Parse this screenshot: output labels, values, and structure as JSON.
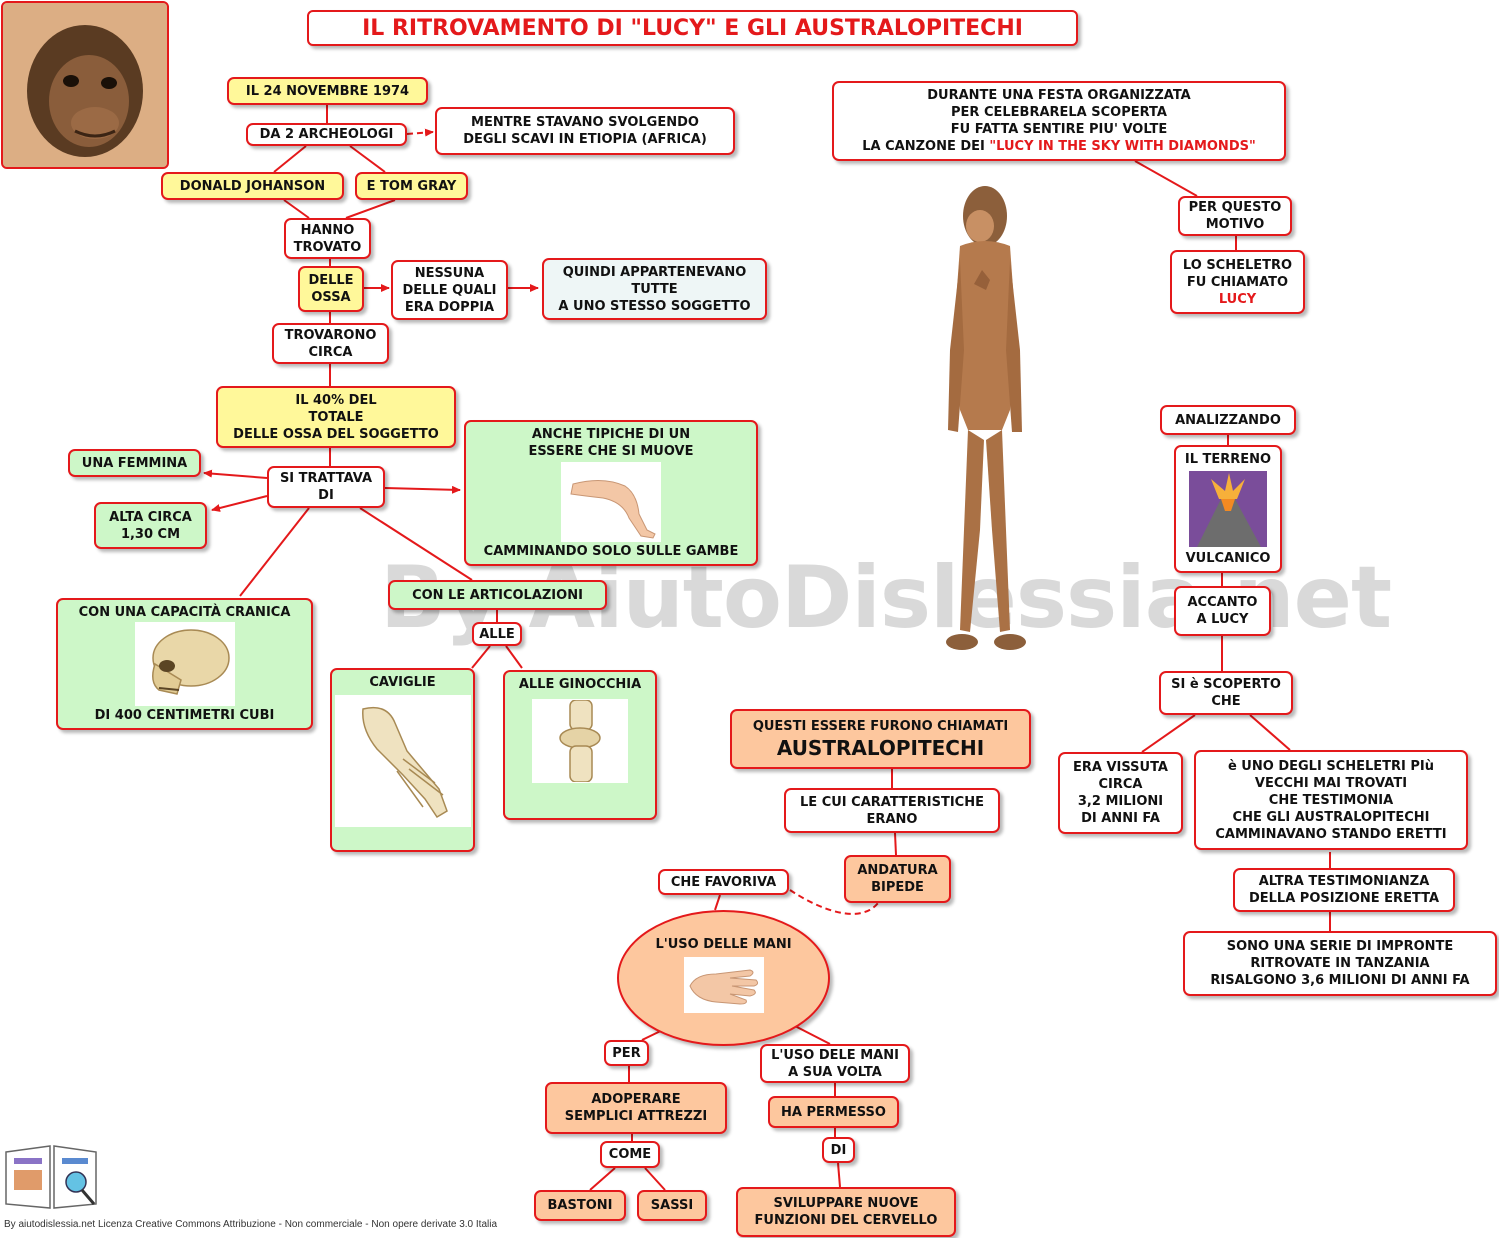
{
  "title": "IL RITROVAMENTO DI \"LUCY\" E GLI AUSTRALOPITECHI",
  "watermark": "By AiutoDislessia.net",
  "footer": "By aiutodislessia.net Licenza Creative Commons Attribuzione - Non commerciale - Non opere derivate 3.0 Italia",
  "colors": {
    "border": "#e4191b",
    "yellow": "#fff89a",
    "green": "#cdf7c8",
    "orange": "#fdc79e"
  },
  "left": {
    "date": "IL 24 NOVEMBRE 1974",
    "archeologists": "DA 2 ARCHEOLOGI",
    "excavation": "MENTRE STAVANO SVOLGENDO\nDEGLI SCAVI IN ETIOPIA (AFRICA)",
    "johanson": "DONALD JOHANSON",
    "gray": "E TOM GRAY",
    "found": "HANNO\nTROVATO",
    "bones": "DELLE\nOSSA",
    "none_double": "NESSUNA\nDELLE QUALI\nERA DOPPIA",
    "same_subject": "QUINDI APPARTENEVANO\nTUTTE\nA UNO STESSO SOGGETTO",
    "found_about": "TROVARONO\nCIRCA",
    "percent": "IL 40% DEL\nTOTALE\nDELLE OSSA DEL SOGGETTO",
    "was": "SI TRATTAVA\nDI",
    "female": "UNA FEMMINA",
    "height": "ALTA CIRCA\n1,30 CM",
    "hips_top": "ANCHE TIPICHE DI UN\nESSERE CHE SI MUOVE",
    "hips_bottom": "CAMMINANDO SOLO SULLE GAMBE",
    "cranial_top": "CON UNA CAPACITÀ CRANICA",
    "cranial_bottom": "DI 400 CENTIMETRI CUBI",
    "joints": "CON LE ARTICOLAZIONI",
    "alle": "ALLE",
    "ankles": "CAVIGLIE",
    "knees": "ALLE GINOCCHIA"
  },
  "center": {
    "named_line1": "QUESTI ESSERE FURONO CHIAMATI",
    "named_line2": "AUSTRALOPITECHI",
    "features": "LE CUI CARATTERISTICHE\nERANO",
    "bipedal": "ANDATURA\nBIPEDE",
    "favored": "CHE FAVORIVA",
    "hands": "L'USO DELLE MANI",
    "per": "PER",
    "tools": "ADOPERARE\nSEMPLICI  ATTREZZI",
    "come": "COME",
    "sticks": "BASTONI",
    "stones": "SASSI",
    "hands_turn": "L'USO DELE MANI\nA SUA VOLTA",
    "allowed": "HA PERMESSO",
    "di": "DI",
    "brain": "SVILUPPARE NUOVE\nFUNZIONI DEL CERVELLO"
  },
  "right": {
    "party_lines": "DURANTE UNA FESTA ORGANIZZATA\nPER CELEBRARELA SCOPERTA\nFU FATTA SENTIRE PIU' VOLTE\nLA CANZONE DEI ",
    "song": "\"LUCY IN THE SKY WITH DIAMONDS\"",
    "reason": "PER QUESTO\nMOTIVO",
    "named_prefix": "LO SCHELETRO\nFU CHIAMATO\n",
    "lucy": "LUCY",
    "analyzing": "ANALIZZANDO",
    "terrain": "IL TERRENO",
    "volcanic": "VULCANICO",
    "near": "ACCANTO\nA LUCY",
    "discovered": "SI è SCOPERTO\nCHE",
    "lived": "ERA VISSUTA\nCIRCA\n3,2 MILIONI\nDI ANNI FA",
    "oldest": "è UNO DEGLI SCHELETRI PIù\nVECCHI MAI TROVATI\nCHE TESTIMONIA\nCHE GLI AUSTRALOPITECHI\nCAMMINAVANO STANDO ERETTI",
    "evidence": "ALTRA TESTIMONIANZA\nDELLA POSIZIONE ERETTA",
    "footprints": "SONO UNA SERIE DI IMPRONTE\nRITROVATE IN TANZANIA\nRISALGONO 3,6 MILIONI DI ANNI FA"
  }
}
